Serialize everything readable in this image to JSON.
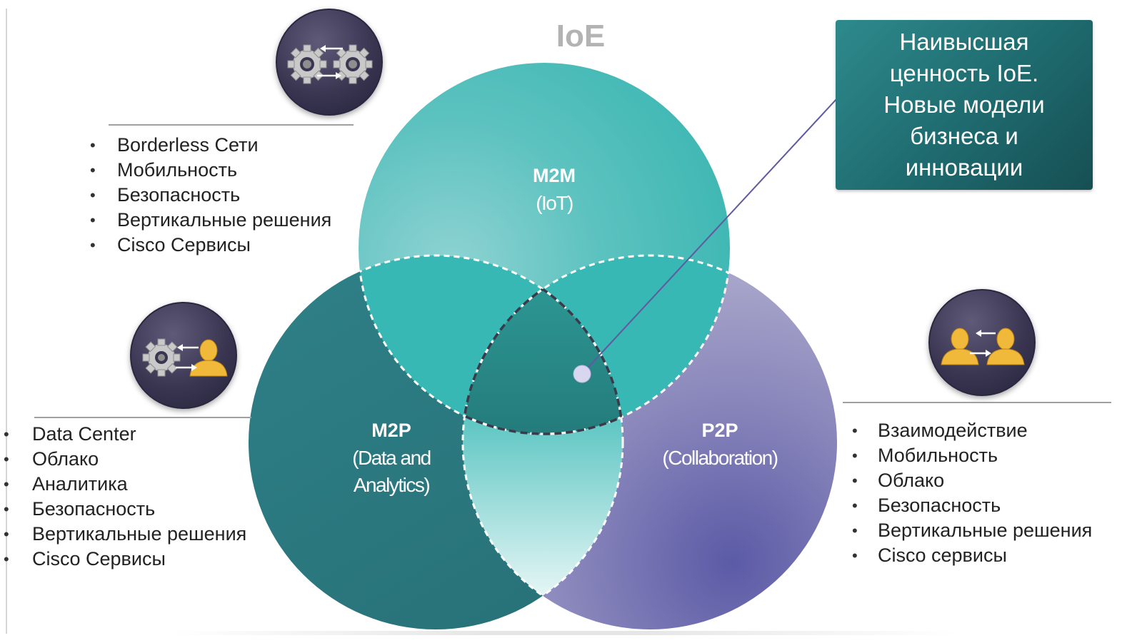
{
  "title": "IoE",
  "callout": {
    "lines": [
      "Наивысшая",
      "ценность IoE.",
      "Новые модели",
      "бизнеса и",
      "инновации"
    ]
  },
  "circles": {
    "m2m": {
      "title": "M2M",
      "subtitle_lines": [
        "(IoT)"
      ]
    },
    "m2p": {
      "title": "M2P",
      "subtitle_lines": [
        "(Data and",
        "Analytics)"
      ]
    },
    "p2p": {
      "title": "P2P",
      "subtitle_lines": [
        "(Collaboration)"
      ]
    }
  },
  "lists": {
    "m2m": [
      "Borderless Сети",
      "Мобильность",
      "Безопасность",
      "Вертикальные решения",
      "Cisco Сервисы"
    ],
    "m2p": [
      "Data Center",
      "Облако",
      "Аналитика",
      "Безопасность",
      "Вертикальные решения",
      "Cisco Сервисы"
    ],
    "p2p": [
      "Взаимодействие",
      "Мобильность",
      "Облако",
      "Безопасность",
      "Вертикальные решения",
      "Cisco сервисы"
    ]
  },
  "icons": {
    "m2m": "machine-to-machine-icon",
    "m2p": "machine-to-person-icon",
    "p2p": "person-to-person-icon"
  },
  "colors": {
    "m2m": "#3fbab7",
    "m2p": "#2b7d84",
    "p2p": "#8a87bd",
    "overlap": "#35b7b3",
    "center": "#1f7273",
    "callout": "#1e6a6e"
  }
}
